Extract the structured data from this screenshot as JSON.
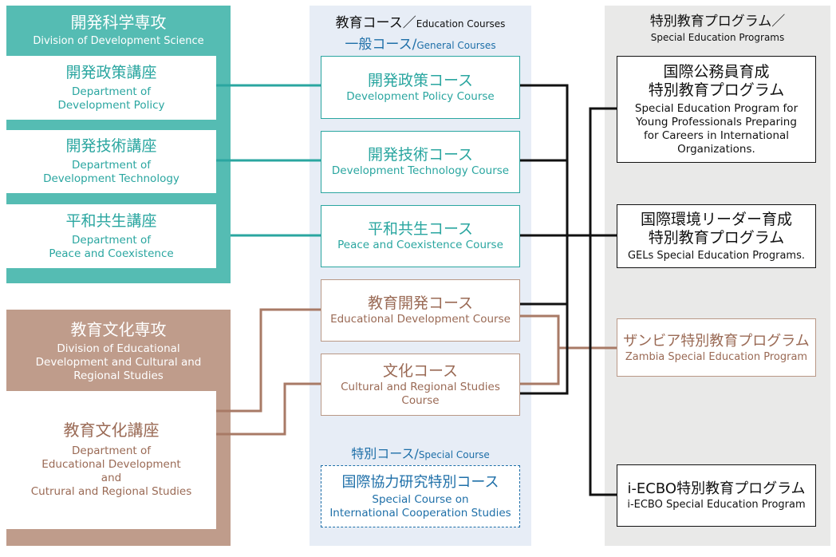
{
  "left": {
    "dev_science": {
      "jp": "開発科学専攻",
      "en": "Division of Development Science"
    },
    "dev_policy": {
      "jp": "開発政策講座",
      "en1": "Department of",
      "en2": "Development Policy"
    },
    "dev_tech": {
      "jp": "開発技術講座",
      "en1": "Department of",
      "en2": "Development Technology"
    },
    "peace": {
      "jp": "平和共生講座",
      "en1": "Department of",
      "en2": "Peace and Coexistence"
    },
    "edu_culture": {
      "jp": "教育文化専攻",
      "en1": "Division of Educational",
      "en2": "Development and Cultural and",
      "en3": "Regional Studies"
    },
    "edu_culture_dept": {
      "jp": "教育文化講座",
      "en1": "Department of",
      "en2": "Educational Development",
      "en3": "and",
      "en4": "Cutrural and Regional Studies"
    }
  },
  "middle": {
    "header_jp": "教育コース／",
    "header_en": "Education Courses",
    "general_jp": "一般コース/",
    "general_en": "General Courses",
    "courses": [
      {
        "jp": "開発政策コース",
        "en": "Development Policy Course"
      },
      {
        "jp": "開発技術コース",
        "en": "Development Technology Course"
      },
      {
        "jp": "平和共生コース",
        "en": "Peace and Coexistence Course"
      },
      {
        "jp": "教育開発コース",
        "en": "Educational Development Course"
      },
      {
        "jp": "文化コース",
        "en": "Cultural and Regional Studies Course"
      }
    ],
    "special_jp": "特別コース/",
    "special_en": "Special Course",
    "special_course": {
      "jp": "国際協力研究特別コース",
      "en1": "Special Course on",
      "en2": "International Cooperation Studies"
    }
  },
  "right": {
    "header_jp": "特別教育プログラム／",
    "header_en": "Special Education Programs",
    "programs": [
      {
        "jp1": "国際公務員育成",
        "jp2": "特別教育プログラム",
        "en1": "Special Education Program for",
        "en2": "Young Professionals Preparing",
        "en3": "for Careers in International",
        "en4": "Organizations."
      },
      {
        "jp1": "国際環境リーダー育成",
        "jp2": "特別教育プログラム",
        "en1": "GELs Special Education Programs."
      },
      {
        "jp1": "ザンビア特別教育プログラム",
        "en1": "Zambia Special Education Program"
      },
      {
        "jp1": "i-ECBO特別教育プログラム",
        "en1": "i-ECBO Special Education Program"
      }
    ]
  },
  "colors": {
    "teal": "#2aa6a0",
    "brown": "#bf9c8b",
    "brown_text": "#9a6a55",
    "blue": "#1e6fa8",
    "black": "#111111",
    "gray": "#e9e9e8",
    "edu_bg": "#e7edf6"
  }
}
